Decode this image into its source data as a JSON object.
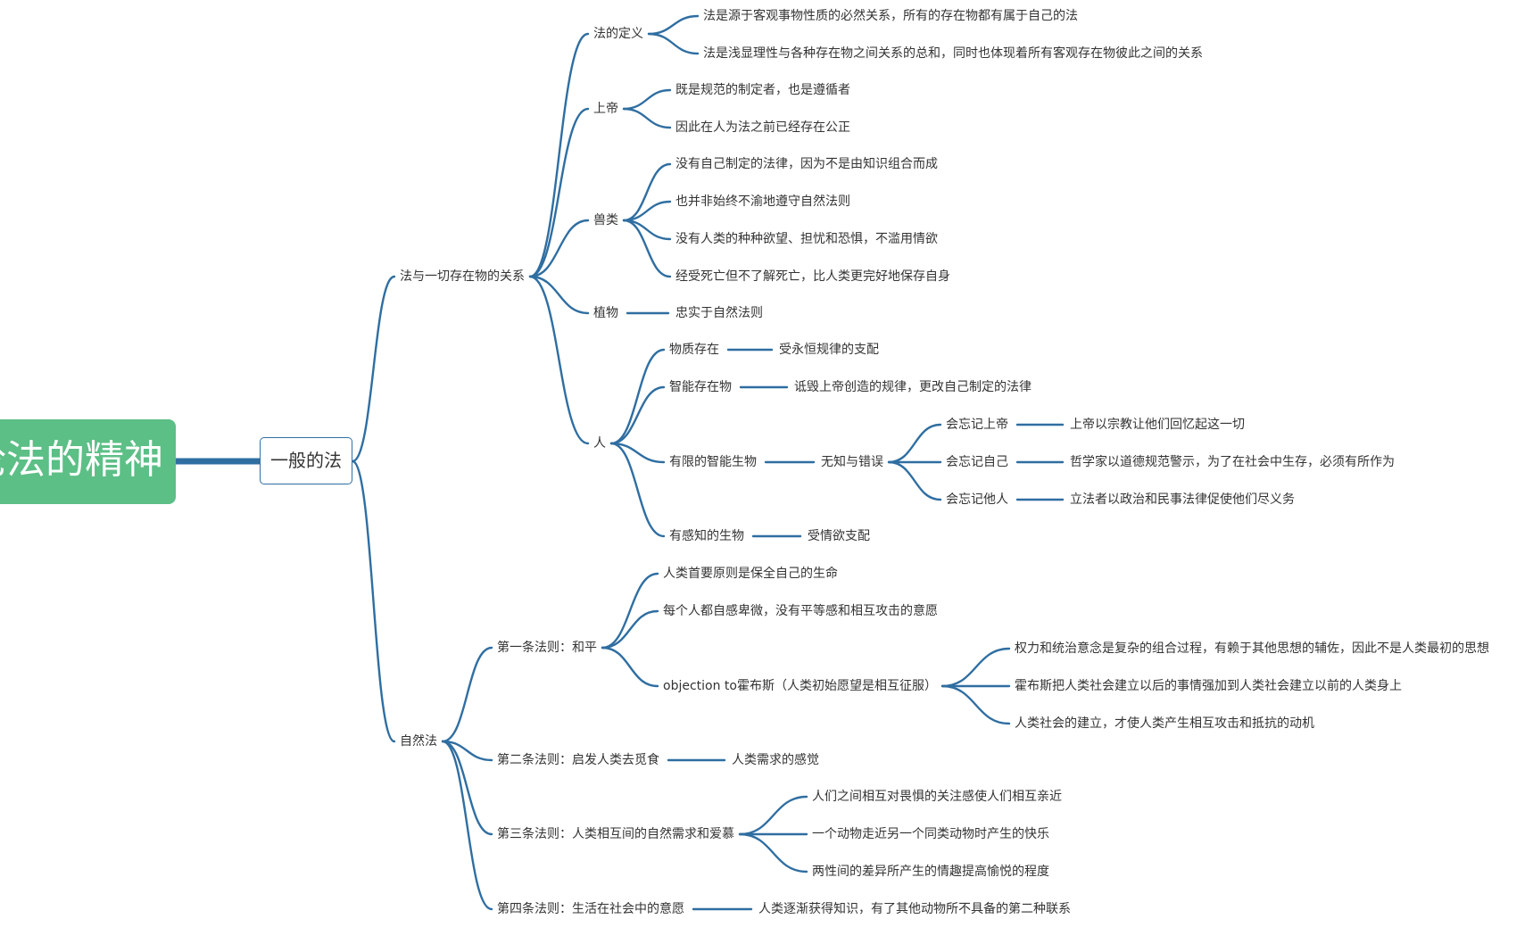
{
  "mindmap": {
    "root": "论法的精神",
    "main": "一般的法",
    "branches": [
      {
        "label": "法与一切存在物的关系",
        "children": [
          {
            "label": "法的定义",
            "children": [
              {
                "label": "法是源于客观事物性质的必然关系，所有的存在物都有属于自己的法"
              },
              {
                "label": "法是浅显理性与各种存在物之间关系的总和，同时也体现着所有客观存在物彼此之间的关系"
              }
            ]
          },
          {
            "label": "上帝",
            "children": [
              {
                "label": "既是规范的制定者，也是遵循者"
              },
              {
                "label": "因此在人为法之前已经存在公正"
              }
            ]
          },
          {
            "label": "兽类",
            "children": [
              {
                "label": "没有自己制定的法律，因为不是由知识组合而成"
              },
              {
                "label": "也并非始终不渝地遵守自然法则"
              },
              {
                "label": "没有人类的种种欲望、担忧和恐惧，不滥用情欲"
              },
              {
                "label": "经受死亡但不了解死亡，比人类更完好地保存自身"
              }
            ]
          },
          {
            "label": "植物",
            "children": [
              {
                "label": "忠实于自然法则"
              }
            ]
          },
          {
            "label": "人",
            "children": [
              {
                "label": "物质存在",
                "children": [
                  {
                    "label": "受永恒规律的支配"
                  }
                ]
              },
              {
                "label": "智能存在物",
                "children": [
                  {
                    "label": "诋毁上帝创造的规律，更改自己制定的法律"
                  }
                ]
              },
              {
                "label": "有限的智能生物",
                "children": [
                  {
                    "label": "无知与错误",
                    "children": [
                      {
                        "label": "会忘记上帝",
                        "children": [
                          {
                            "label": "上帝以宗教让他们回忆起这一切"
                          }
                        ]
                      },
                      {
                        "label": "会忘记自己",
                        "children": [
                          {
                            "label": "哲学家以道德规范警示，为了在社会中生存，必须有所作为"
                          }
                        ]
                      },
                      {
                        "label": "会忘记他人",
                        "children": [
                          {
                            "label": "立法者以政治和民事法律促使他们尽义务"
                          }
                        ]
                      }
                    ]
                  }
                ]
              },
              {
                "label": "有感知的生物",
                "children": [
                  {
                    "label": "受情欲支配"
                  }
                ]
              }
            ]
          }
        ]
      },
      {
        "label": "自然法",
        "children": [
          {
            "label": "第一条法则：和平",
            "children": [
              {
                "label": "人类首要原则是保全自己的生命"
              },
              {
                "label": "每个人都自感卑微，没有平等感和相互攻击的意愿"
              },
              {
                "label": "objection to霍布斯（人类初始愿望是相互征服）",
                "children": [
                  {
                    "label": "权力和统治意念是复杂的组合过程，有赖于其他思想的辅佐，因此不是人类最初的思想"
                  },
                  {
                    "label": "霍布斯把人类社会建立以后的事情强加到人类社会建立以前的人类身上"
                  },
                  {
                    "label": "人类社会的建立，才使人类产生相互攻击和抵抗的动机"
                  }
                ]
              }
            ]
          },
          {
            "label": "第二条法则：启发人类去觅食",
            "children": [
              {
                "label": "人类需求的感觉"
              }
            ]
          },
          {
            "label": "第三条法则：人类相互间的自然需求和爱慕",
            "children": [
              {
                "label": "人们之间相互对畏惧的关注感使人们相互亲近"
              },
              {
                "label": "一个动物走近另一个同类动物时产生的快乐"
              },
              {
                "label": "两性间的差异所产生的情趣提高愉悦的程度"
              }
            ]
          },
          {
            "label": "第四条法则：生活在社会中的意愿",
            "children": [
              {
                "label": "人类逐渐获得知识，有了其他动物所不具备的第二种联系"
              }
            ]
          }
        ]
      }
    ]
  }
}
